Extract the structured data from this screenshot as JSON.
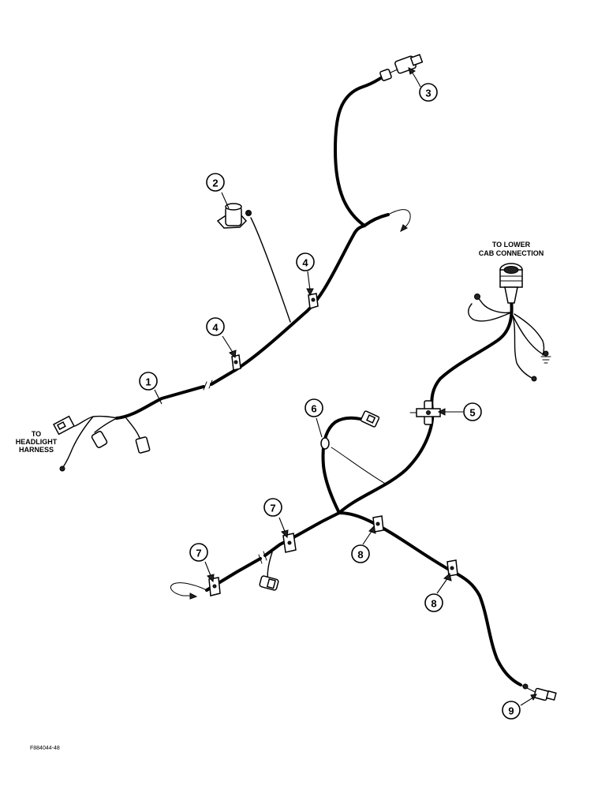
{
  "callouts": [
    {
      "id": "c1",
      "text": "1"
    },
    {
      "id": "c2",
      "text": "2"
    },
    {
      "id": "c3",
      "text": "3"
    },
    {
      "id": "c4a",
      "text": "4"
    },
    {
      "id": "c4b",
      "text": "4"
    },
    {
      "id": "c5",
      "text": "5"
    },
    {
      "id": "c6",
      "text": "6"
    },
    {
      "id": "c7a",
      "text": "7"
    },
    {
      "id": "c7b",
      "text": "7"
    },
    {
      "id": "c8a",
      "text": "8"
    },
    {
      "id": "c8b",
      "text": "8"
    },
    {
      "id": "c9",
      "text": "9"
    }
  ],
  "labels": {
    "headlight_line1": "TO",
    "headlight_line2": "HEADLIGHT",
    "headlight_line3": "HARNESS",
    "cab_line1": "TO LOWER",
    "cab_line2": "CAB CONNECTION"
  },
  "figure_id": "F884044-48"
}
